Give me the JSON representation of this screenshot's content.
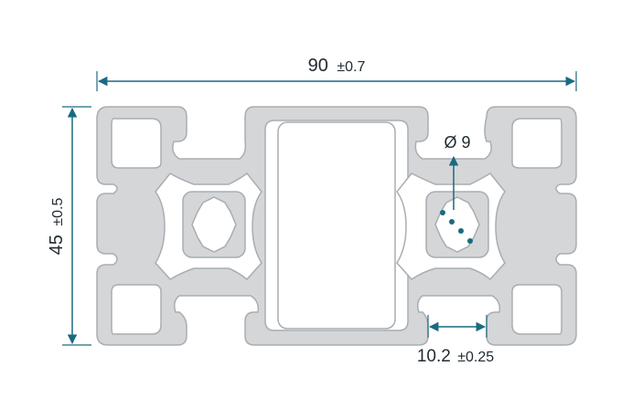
{
  "dimensions": {
    "width": {
      "value": "90",
      "tolerance": "±0.7"
    },
    "height": {
      "value": "45",
      "tolerance": "±0.5"
    },
    "slot": {
      "value": "10.2",
      "tolerance": "±0.25"
    },
    "bore": {
      "value": "Ø 9"
    }
  },
  "colors": {
    "profile_fill": "#d4d6d8",
    "profile_stroke": "#a9adb1",
    "dimension_line": "#1a6a80",
    "text": "#1f2a30"
  }
}
